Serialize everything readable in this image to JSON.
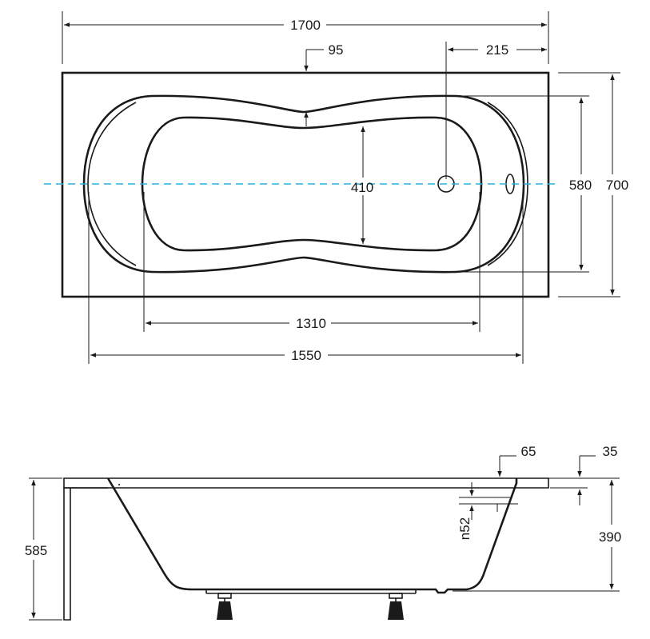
{
  "dimensions": {
    "total_length": "1700",
    "rim_offset_top": "95",
    "drain_offset": "215",
    "inner_width": "410",
    "bowl_width": "580",
    "total_width": "700",
    "bottom_length": "1310",
    "bowl_length": "1550",
    "rim_depth_65": "65",
    "rim_thickness": "35",
    "total_height": "585",
    "inner_depth": "390",
    "overflow_height": "n52"
  }
}
